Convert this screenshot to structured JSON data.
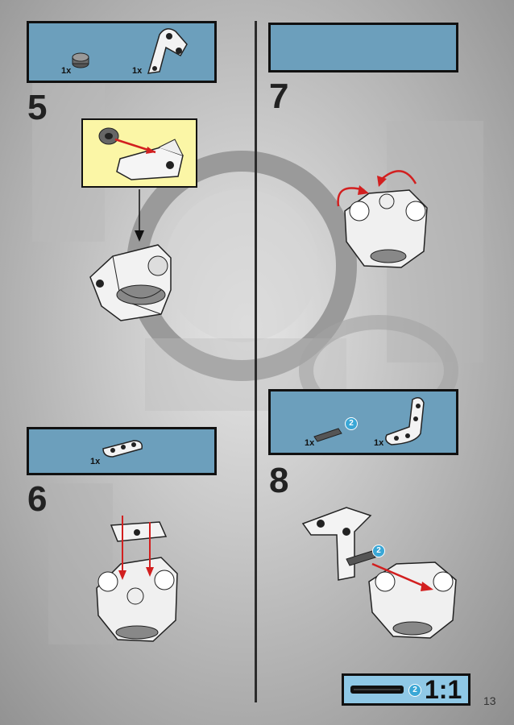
{
  "page_number": "13",
  "steps": [
    {
      "number": "5",
      "parts": [
        {
          "qty": "1x",
          "name": "bush"
        },
        {
          "qty": "1x",
          "name": "angled-beam"
        }
      ]
    },
    {
      "number": "6",
      "parts": [
        {
          "qty": "1x",
          "name": "liftarm-3"
        }
      ]
    },
    {
      "number": "7",
      "parts": []
    },
    {
      "number": "8",
      "parts": [
        {
          "qty": "1x",
          "name": "axle-2",
          "badge": "2"
        },
        {
          "qty": "1x",
          "name": "l-beam"
        }
      ]
    }
  ],
  "scale": {
    "badge": "2",
    "ratio": "1:1"
  },
  "colors": {
    "parts_box": "#6c9fbc",
    "subassembly_box": "#fbf6a6",
    "arrow": "#d21f1f",
    "scale_box": "#8fc8e6"
  }
}
